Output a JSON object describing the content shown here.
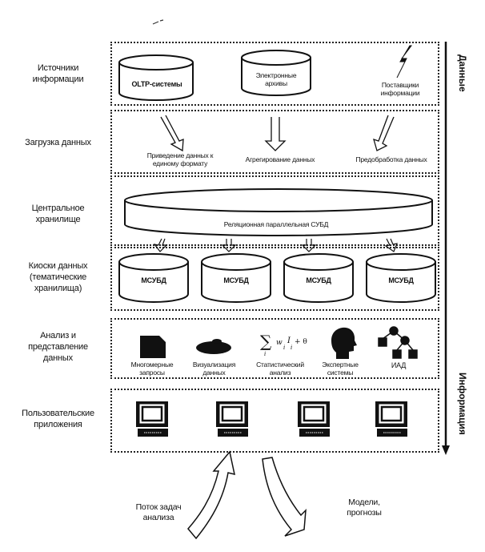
{
  "layers": [
    {
      "label": "Источники информации"
    },
    {
      "label": "Загрузка данных"
    },
    {
      "label": "Центральное хранилище"
    },
    {
      "label": "Киоски данных (тематические хранилища)"
    },
    {
      "label": "Анализ и представление данных"
    },
    {
      "label": "Пользовательские приложения"
    }
  ],
  "layer_lines": {
    "l0": [
      "Источники",
      "информации"
    ],
    "l1": [
      "Загрузка данных"
    ],
    "l2": [
      "Центральное",
      "хранилище"
    ],
    "l3": [
      "Киоски данных",
      "(тематические",
      "хранилища)"
    ],
    "l4": [
      "Анализ и",
      "представление",
      "данных"
    ],
    "l5": [
      "Пользовательские",
      "приложения"
    ]
  },
  "sources": {
    "oltp": "OLTP-системы",
    "archives": [
      "Электронные",
      "архивы"
    ],
    "providers": [
      "Поставщики",
      "информации"
    ]
  },
  "loading": {
    "format": [
      "Приведение данных к",
      "единому формату"
    ],
    "aggregate": "Агрегирование данных",
    "preprocess": "Предобработка данных"
  },
  "central": {
    "dbms": "Реляционная параллельная СУБД"
  },
  "marts": [
    "МСУБД",
    "МСУБД",
    "МСУБД",
    "МСУБД"
  ],
  "analysis": {
    "multidim": [
      "Многомерные",
      "запросы"
    ],
    "visual": [
      "Визуализация",
      "данных"
    ],
    "stats": [
      "Статистический",
      "анализ"
    ],
    "expert": [
      "Экспертные",
      "системы"
    ],
    "iad": "ИАД",
    "formula": {
      "sum": "∑",
      "index": "i",
      "body": "w",
      "i1": "i",
      "I": "I",
      "i2": "i",
      "tail": "+ θ"
    }
  },
  "apps": {
    "count": 4
  },
  "flows": {
    "tasks": [
      "Поток задач",
      "анализа"
    ],
    "models": [
      "Модели,",
      "прогнозы"
    ]
  },
  "axis": {
    "top": "Данные",
    "bottom": "Информация"
  }
}
